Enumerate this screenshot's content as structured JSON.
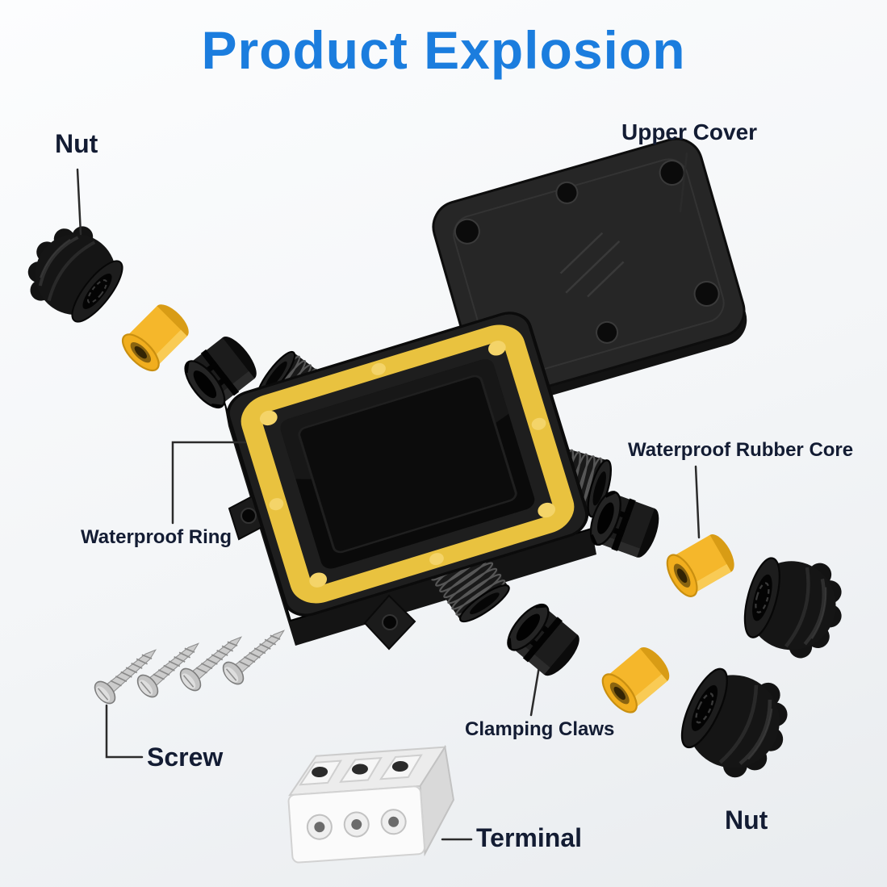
{
  "title": "Product Explosion",
  "labels": {
    "nut_top": "Nut",
    "upper_cover": "Upper Cover",
    "waterproof_rubber_core": "Waterproof Rubber Core",
    "waterproof_ring": "Waterproof Ring",
    "clamping_claws": "Clamping Claws",
    "screw": "Screw",
    "terminal": "Terminal",
    "nut_bottom": "Nut"
  },
  "colors": {
    "title_blue": "#1b7dde",
    "label_text": "#131c33",
    "part_black": "#161616",
    "part_yellow": "#f5b72b",
    "leader_line": "#2b2b2b",
    "background": "#f3f5f7"
  }
}
